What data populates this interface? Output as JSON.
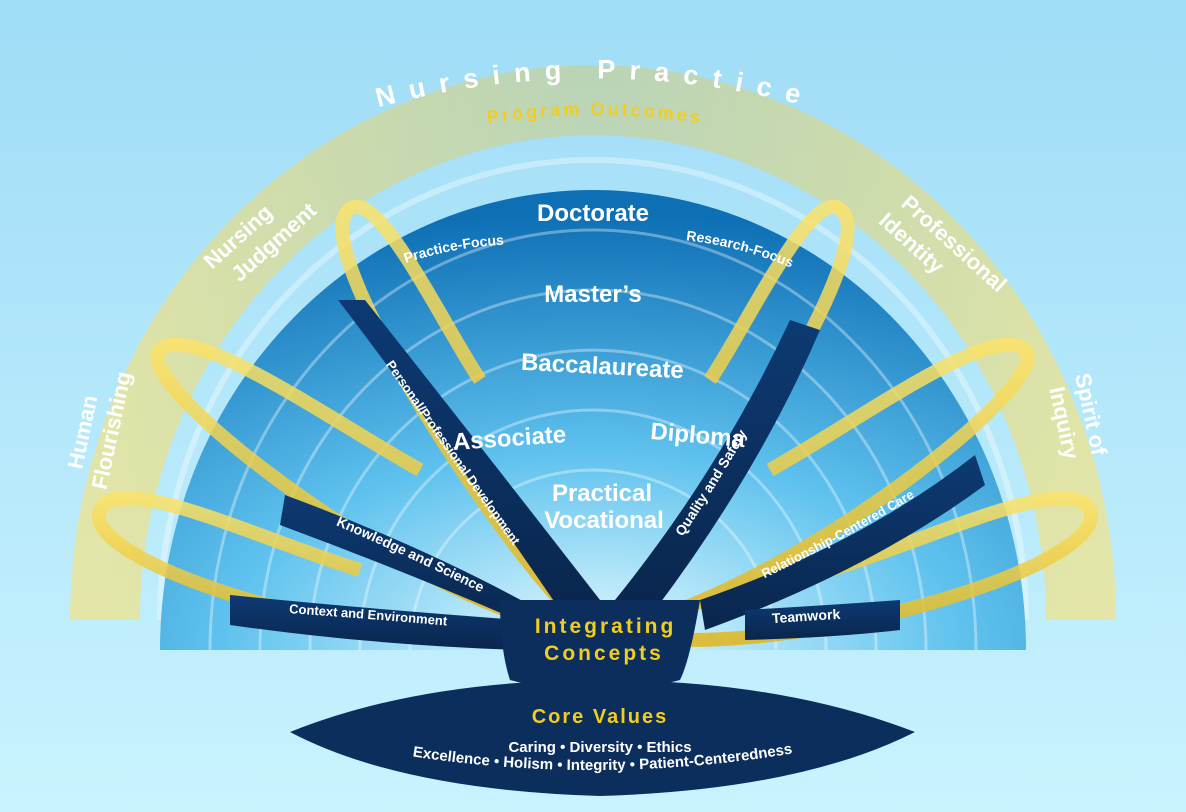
{
  "title": "Nursing Practice",
  "subtitle": "Program Outcomes",
  "outcomes": {
    "nursing_judgment": [
      "Nursing",
      "Judgment"
    ],
    "professional_identity": [
      "Professional",
      "Identity"
    ],
    "human_flourishing": [
      "Human",
      "Flourishing"
    ],
    "spirit_of_inquiry": [
      "Spirit of",
      "Inquiry"
    ]
  },
  "levels": {
    "doctorate": "Doctorate",
    "practice_focus": "Practice-Focus",
    "research_focus": "Research-Focus",
    "masters": "Master’s",
    "baccalaureate": "Baccalaureate",
    "associate": "Associate",
    "diploma": "Diploma",
    "practical": "Practical",
    "vocational": "Vocational"
  },
  "integrating_concepts": {
    "label": [
      "Integrating",
      "Concepts"
    ],
    "personal_professional_development": "Personal/Professional Development",
    "quality_and_safety": "Quality and Safety",
    "knowledge_and_science": "Knowledge and Science",
    "relationship_centered_care": "Relationship-Centered Care",
    "context_and_environment": "Context and Environment",
    "teamwork": "Teamwork"
  },
  "core_values": {
    "title": "Core Values",
    "line1": "Caring • Diversity • Ethics",
    "line2": "Excellence • Holism • Integrity • Patient-Centeredness"
  },
  "colors": {
    "sky": "#bfeefc",
    "navy": "#0b2e5c",
    "gold": "#f2cd1f"
  }
}
